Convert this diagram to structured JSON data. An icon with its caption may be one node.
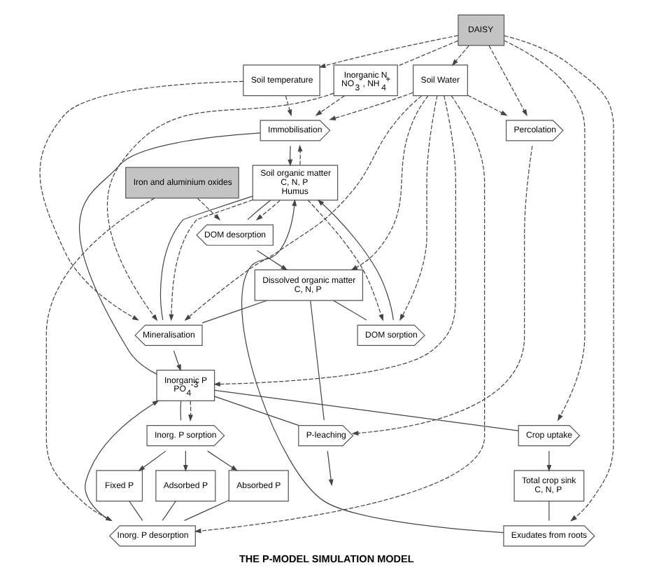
{
  "diagram": {
    "title": "THE P-MODEL SIMULATION MODEL",
    "nodes": [
      {
        "text": [
          "DAISY"
        ]
      },
      {
        "text": [
          "Inorganic N",
          "NO$_{3}$$^{-}$, NH$_{4}$$^{+}$"
        ]
      },
      {
        "text": [
          "Total crop sink",
          "C, N, P"
        ]
      },
      {
        "text": [
          "DOM sorption"
        ]
      },
      {
        "text": [
          "Exudates from roots"
        ]
      },
      {
        "text": [
          "Soil organic matter",
          "C, N, P",
          "Humus"
        ]
      },
      {
        "text": [
          "DOM desorption"
        ]
      },
      {
        "text": [
          "Crop uptake"
        ]
      },
      {
        "text": [
          "Dissolved organic matter",
          "C, N, P"
        ]
      },
      {
        "text": [
          "Immobilisation"
        ]
      },
      {
        "text": [
          "Mineralisation"
        ]
      },
      {
        "text": [
          "Soil temperature"
        ]
      },
      {
        "text": [
          "Soil Water"
        ]
      },
      {
        "text": [
          "Inorganic P",
          "PO$_{4}$$^{-3}$"
        ]
      },
      {
        "text": [
          "Inorg. P sorption"
        ]
      },
      {
        "text": [
          "Inorg. P desorption"
        ]
      },
      {
        "text": [
          "Adsorbed P"
        ]
      },
      {
        "text": [
          "Absorbed P"
        ]
      },
      {
        "text": [
          "Fixed P"
        ]
      },
      {
        "text": [
          "Percolation"
        ]
      },
      {
        "text": [
          "P-leaching"
        ]
      },
      {
        "text": [
          "Iron and aluminium oxides"
        ]
      }
    ],
    "edges": [
      {
        "from": 13,
        "to": 7,
        "arrow": "none"
      },
      {
        "from": 7,
        "to": 2,
        "arrow": "to"
      },
      {
        "from": 2,
        "to": 4,
        "arrow": "none"
      },
      {
        "from": 4,
        "to": 5,
        "arrow": "to"
      },
      {
        "from": 13,
        "to": 9,
        "arrow": "none"
      },
      {
        "from": 9,
        "to": 5,
        "arrow": "to"
      },
      {
        "from": 5,
        "to": 10,
        "arrow": "none"
      },
      {
        "from": 8,
        "to": 10,
        "arrow": "none"
      },
      {
        "from": 10,
        "to": 13,
        "arrow": "to"
      },
      {
        "from": 5,
        "to": 6,
        "arrow": "none"
      },
      {
        "from": 6,
        "to": 8,
        "arrow": "to"
      },
      {
        "from": 8,
        "to": 3,
        "arrow": "none"
      },
      {
        "from": 3,
        "to": 5,
        "arrow": "to"
      },
      {
        "from": 13,
        "to": 14,
        "arrow": "none"
      },
      {
        "from": 14,
        "to": 16,
        "arrow": "to"
      },
      {
        "from": 14,
        "to": 17,
        "arrow": "to"
      },
      {
        "from": 14,
        "to": 18,
        "arrow": "to"
      },
      {
        "from": 16,
        "to": 15,
        "arrow": "none"
      },
      {
        "from": 17,
        "to": 15,
        "arrow": "none"
      },
      {
        "from": 18,
        "to": 15,
        "arrow": "none"
      },
      {
        "from": 15,
        "to": 13,
        "arrow": "to"
      },
      {
        "from": 13,
        "to": 20,
        "arrow": "none"
      },
      {
        "from": 8,
        "to": 20,
        "arrow": "none"
      },
      {
        "from": 20,
        "to": null,
        "arrow": "to"
      },
      {
        "from": 0,
        "to": 1,
        "arrow": "none",
        "style": "dashed"
      },
      {
        "from": 1,
        "to": 10,
        "arrow": "to",
        "style": "dashed"
      },
      {
        "from": 1,
        "to": 9,
        "arrow": "to",
        "style": "dashed"
      },
      {
        "from": 0,
        "to": 4,
        "arrow": "to",
        "style": "dashed"
      },
      {
        "from": 0,
        "to": 7,
        "arrow": "to",
        "style": "dashed"
      },
      {
        "from": 0,
        "to": 11,
        "arrow": "to",
        "style": "dashed"
      },
      {
        "from": 0,
        "to": 12,
        "arrow": "to",
        "style": "dashed"
      },
      {
        "from": 0,
        "to": 19,
        "arrow": "to",
        "style": "dashed"
      },
      {
        "from": 5,
        "to": 9,
        "arrow": "to",
        "style": "dashed"
      },
      {
        "from": 5,
        "to": 10,
        "arrow": "to",
        "style": "dashed"
      },
      {
        "from": 5,
        "to": 3,
        "arrow": "to",
        "style": "dashed"
      },
      {
        "from": 5,
        "to": 6,
        "arrow": "to",
        "style": "dashed"
      },
      {
        "from": 11,
        "to": 9,
        "arrow": "to",
        "style": "dashed"
      },
      {
        "from": 11,
        "to": 10,
        "arrow": "to",
        "style": "dashed"
      },
      {
        "from": 12,
        "to": 19,
        "arrow": "to",
        "style": "dashed"
      },
      {
        "from": 12,
        "to": 9,
        "arrow": "to",
        "style": "dashed"
      },
      {
        "from": 12,
        "to": 13,
        "arrow": "to",
        "style": "dashed"
      },
      {
        "from": 12,
        "to": 10,
        "arrow": "to",
        "style": "dashed"
      },
      {
        "from": 12,
        "to": 15,
        "arrow": "to",
        "style": "dashed"
      },
      {
        "from": 12,
        "to": 8,
        "arrow": "to",
        "style": "dashed"
      },
      {
        "from": 12,
        "to": 3,
        "arrow": "to",
        "style": "dashed"
      },
      {
        "from": 21,
        "to": 6,
        "arrow": "to",
        "style": "dashed"
      },
      {
        "from": 21,
        "to": 15,
        "arrow": "to",
        "style": "dashed"
      },
      {
        "from": 13,
        "to": 14,
        "arrow": "to",
        "style": "dashed"
      },
      {
        "from": 19,
        "to": 20,
        "arrow": "to",
        "style": "dashed"
      }
    ]
  }
}
